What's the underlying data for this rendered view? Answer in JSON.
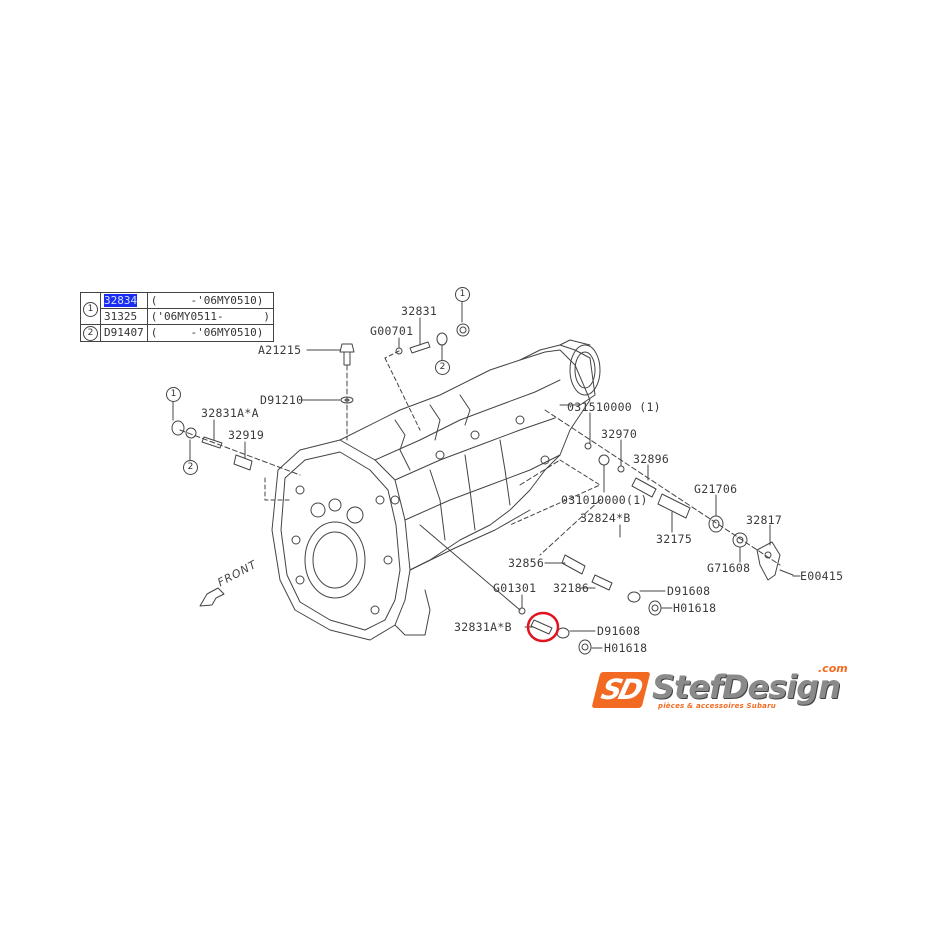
{
  "legend_table": {
    "rows": [
      {
        "callout": "1",
        "part": "32834",
        "range": "(     -'06MY0510)",
        "highlighted": true
      },
      {
        "callout": "",
        "part": "31325",
        "range": "('06MY0511-      )",
        "highlighted": false
      },
      {
        "callout": "2",
        "part": "D91407",
        "range": "(     -'06MY0510)",
        "highlighted": false
      }
    ],
    "highlight_color": "#1c2df2"
  },
  "labels": {
    "a21215": "A21215",
    "d91210": "D91210",
    "p32831": "32831",
    "g00701": "G00701",
    "p32831a_a": "32831A*A",
    "p32919": "32919",
    "p031510000": "031510000 (1)",
    "p32970": "32970",
    "p32896": "32896",
    "p031010000": "031010000(1)",
    "p32824_b": "32824*B",
    "g21706": "G21706",
    "p32175": "32175",
    "p32817": "32817",
    "g71608": "G71608",
    "e00415": "E00415",
    "p32856": "32856",
    "g01301": "G01301",
    "p32186": "32186",
    "d91608_upper": "D91608",
    "h01618_upper": "H01618",
    "p32831a_b": "32831A*B",
    "d91608_lower": "D91608",
    "h01618_lower": "H01618"
  },
  "callouts": {
    "top_right_1": "1",
    "top_right_2": "2",
    "left_1": "1",
    "left_2": "2"
  },
  "direction_indicator": {
    "text": "FRONT"
  },
  "highlight": {
    "target_part": "32831A*B",
    "circle_color": "#e0141e"
  },
  "logo": {
    "mark": "SD",
    "name": "StefDesign",
    "domain_suffix": ".com",
    "tagline": "pièces & accessoires Subaru",
    "accent_color": "#f26a21"
  }
}
